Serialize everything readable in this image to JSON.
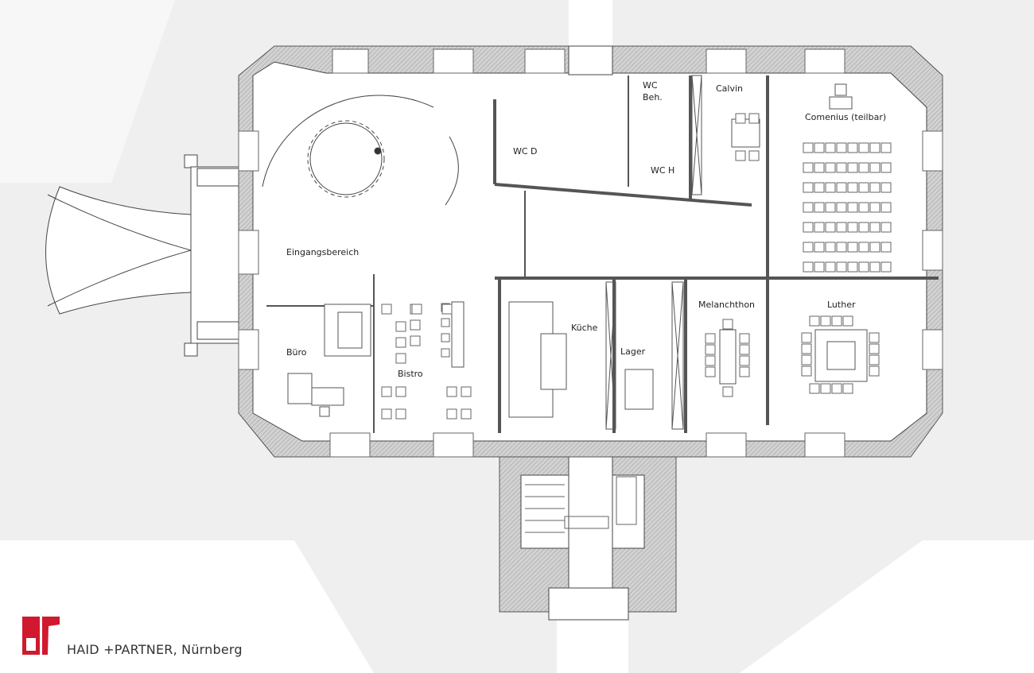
{
  "rooms": {
    "entrance": "Eingangsbereich",
    "office": "Büro",
    "bistro": "Bistro",
    "kitchen": "Küche",
    "storage": "Lager",
    "melanchthon": "Melanchthon",
    "luther": "Luther",
    "comenius": "Comenius (teilbar)",
    "calvin": "Calvin",
    "wc_accessible_line1": "WC",
    "wc_accessible_line2": "Beh.",
    "wc_men": "WC H",
    "wc_women": "WC D"
  },
  "branding": {
    "company": "HAID +PARTNER, Nürnberg",
    "logo_color": "#d0192e"
  },
  "colors": {
    "wall": "#c9c9c9",
    "background": "#efefef"
  }
}
